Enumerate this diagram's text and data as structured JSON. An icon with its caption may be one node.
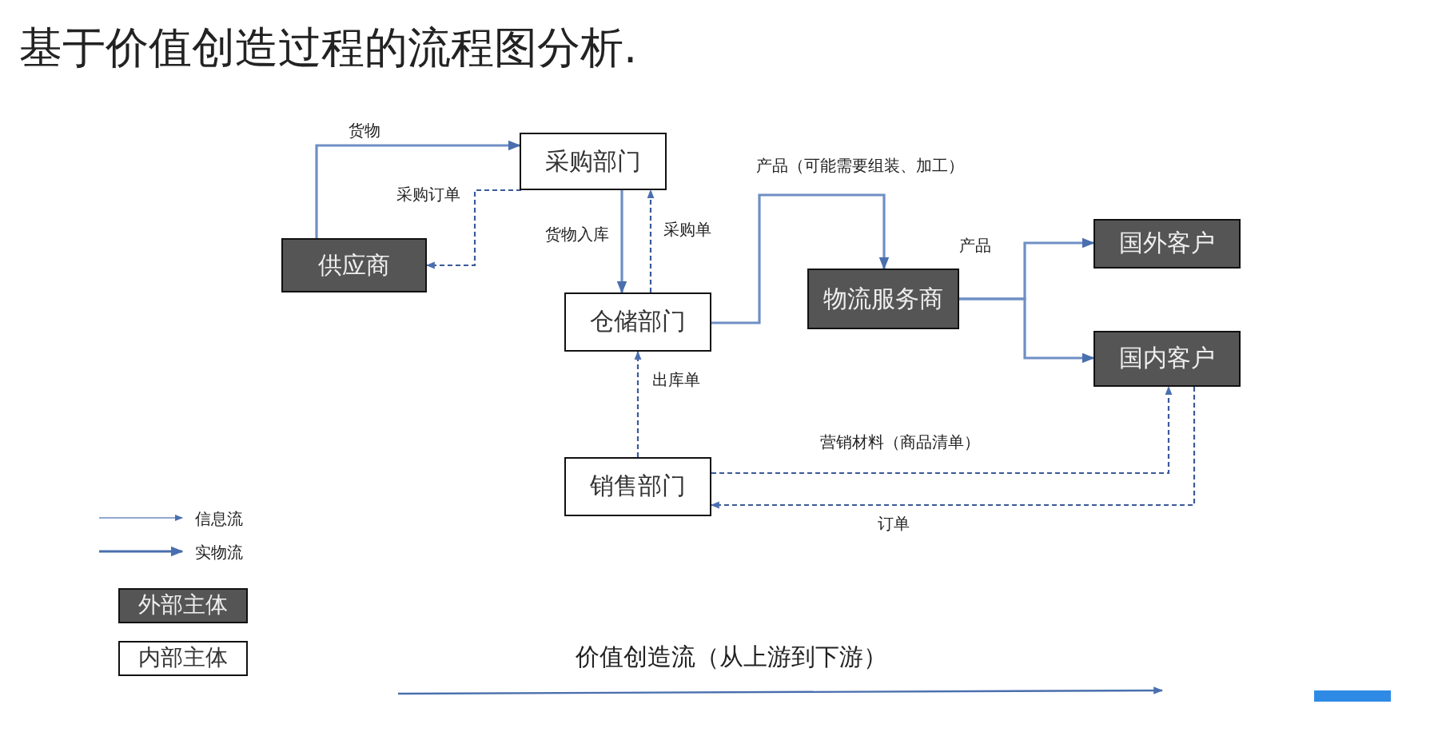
{
  "diagram": {
    "title": "基于价值创造过程的流程图分析.",
    "nodes": [
      {
        "text": [
          "采购部门"
        ]
      },
      {
        "text": [
          "供应商"
        ]
      },
      {
        "text": [
          "仓储部门"
        ]
      },
      {
        "text": [
          "物流服务商"
        ]
      },
      {
        "text": [
          "国外客户"
        ]
      },
      {
        "text": [
          "国内客户"
        ]
      },
      {
        "text": [
          "销售部门"
        ]
      }
    ],
    "edges": [
      {
        "from": 1,
        "to": 0,
        "arrow": "to",
        "label": "货物"
      },
      {
        "from": 0,
        "to": 1,
        "arrow": "to",
        "label": "采购订单",
        "style": "dashed"
      },
      {
        "from": 0,
        "to": 2,
        "arrow": "to",
        "label": "货物入库"
      },
      {
        "from": 2,
        "to": 0,
        "arrow": "to",
        "label": "采购单",
        "style": "dashed"
      },
      {
        "from": 2,
        "to": 3,
        "arrow": "to",
        "label": "产品（可能需要组装、加工）"
      },
      {
        "from": 3,
        "to": 4,
        "arrow": "to",
        "label": "产品"
      },
      {
        "from": 3,
        "to": 5,
        "arrow": "to"
      },
      {
        "from": 6,
        "to": 2,
        "arrow": "to",
        "label": "出库单",
        "style": "dashed"
      },
      {
        "from": 6,
        "to": 5,
        "arrow": "to",
        "label": "营销材料（商品清单）",
        "style": "dashed"
      },
      {
        "from": 5,
        "to": 6,
        "arrow": "to",
        "label": "订单",
        "style": "dashed"
      }
    ],
    "labels": [
      "价值创造流（从上游到下游）"
    ],
    "legend": [
      {
        "text": "信息流"
      },
      {
        "text": "实物流"
      },
      {
        "text": "外部主体",
        "color": "#555555"
      },
      {
        "text": "内部主体",
        "color": "#ffffff"
      }
    ]
  }
}
